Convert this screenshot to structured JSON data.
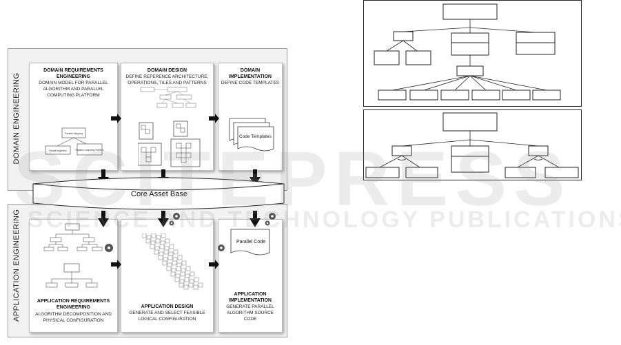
{
  "domain_engineering": {
    "section_label": "DOMAIN ENGINEERING",
    "requirements": {
      "title": "DOMAIN REQUIREMENTS ENGINEERING",
      "desc": "DOMAIN MODEL FOR PARALLEL ALGORITHM AND PARALLEL COMPUTING PLATFORM"
    },
    "design": {
      "title": "DOMAIN DESIGN",
      "desc": "DEFINE REFERENCE ARCHITECTURE, OPERATIONS, TILES AND PATTERNS"
    },
    "implementation": {
      "title": "DOMAIN IMPLEMENTATION",
      "desc": "DEFINE CODE TEMPLATES",
      "doc_label": "Code Templates"
    },
    "mini_model": {
      "root": "Parallel Mapping",
      "left": "Parallel Algorithm",
      "right": "Parallel Computing Platform"
    }
  },
  "core_asset_base": "Core Asset Base",
  "application_engineering": {
    "section_label": "APPLICATION ENGINEERING",
    "requirements": {
      "title": "APPLICATION REQUIREMENTS ENGINEERING",
      "desc": "ALGORITHM DECOMPOSITION AND PHYSICAL CONFIGURATION"
    },
    "design": {
      "title": "APPLICATION DESIGN",
      "desc": "GENERATE AND SELECT FEASIBLE LOGICAL CONFIGURATION"
    },
    "implementation": {
      "title": "APPLICATION IMPLEMENTATION",
      "desc": "GENERATE PARALLEL ALGORITHM SOURCE CODE",
      "doc_label": "Parallel Code"
    }
  },
  "watermark": {
    "line1": "SCITEPRESS",
    "line2": "SCIENCE AND TECHNOLOGY PUBLICATIONS"
  },
  "colors": {
    "panel": "#f2f2f2",
    "border": "#9a9a9a",
    "arrow": "#111111"
  }
}
